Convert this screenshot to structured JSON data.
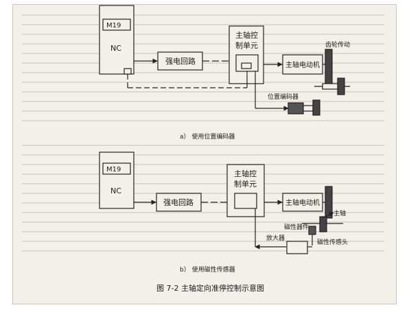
{
  "diagram_a": {
    "m19": "M19",
    "nc": "NC",
    "power_circuit": "强电回路",
    "controller_line1": "主轴控",
    "controller_line2": "制单元",
    "motor": "主轴电动机",
    "gear_drive": "齿轮传动",
    "encoder": "位置编码器",
    "caption": "a） 使用位置编码器"
  },
  "diagram_b": {
    "m19": "M19",
    "nc": "NC",
    "power_circuit": "强电回路",
    "controller_line1": "主轴控",
    "controller_line2": "制单元",
    "motor": "主轴电动机",
    "spindle": "主轴",
    "magnetic_element": "磁性器件",
    "amplifier": "放大器",
    "magnetic_sensor": "磁性传感头",
    "caption": "b） 使用磁性传感器"
  },
  "figure_caption": "图 7-2    主轴定向准停控制示意图"
}
